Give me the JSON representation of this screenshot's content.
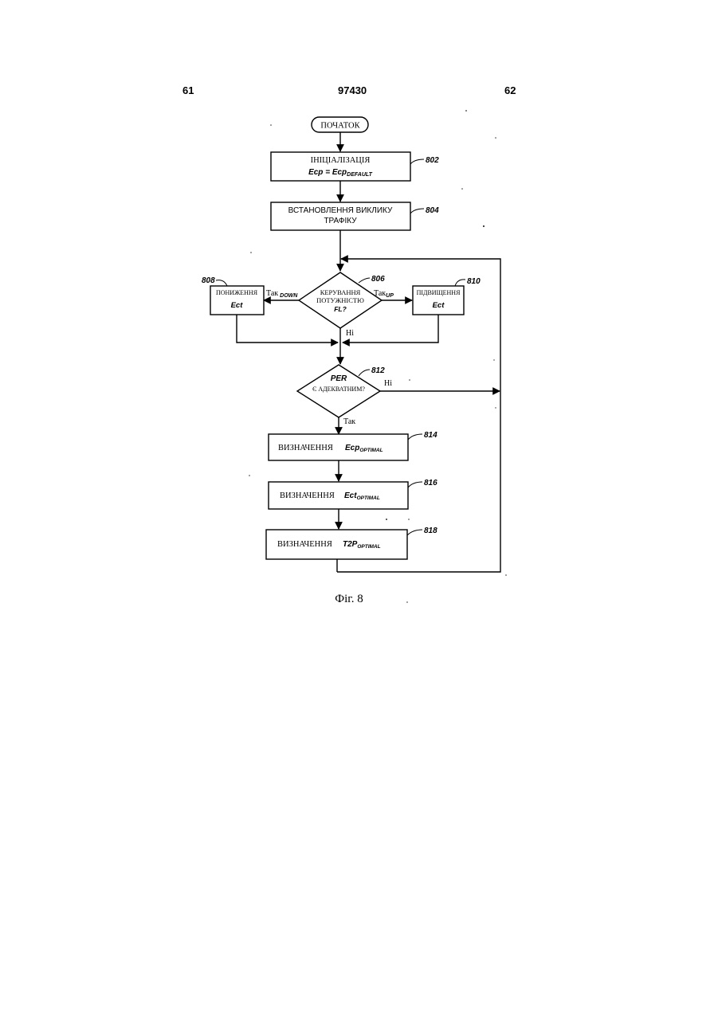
{
  "header": {
    "page_left": "61",
    "patent_number": "97430",
    "page_right": "62"
  },
  "flowchart": {
    "start": "ПОЧАТОК",
    "step_802": {
      "ref": "802",
      "line1": "ІНІЦІАЛІЗАЦІЯ",
      "line2_main": "Ecp = Ecp",
      "line2_sub": "DEFAULT"
    },
    "step_804": {
      "ref": "804",
      "line1": "ВСТАНОВЛЕННЯ ВИКЛИКУ",
      "line2": "ТРАФІКУ"
    },
    "decision_806": {
      "ref": "806",
      "line1": "КЕРУВАННЯ",
      "line2": "ПОТУЖНІСТЮ",
      "line3": "FL?",
      "yes_down_main": "Так",
      "yes_down_sub": "DOWN",
      "yes_up_main": "Так",
      "yes_up_sub": "UP",
      "no_label": "Ні"
    },
    "step_808": {
      "ref": "808",
      "line1": "ПОНИЖЕННЯ",
      "line2": "Ect"
    },
    "step_810": {
      "ref": "810",
      "line1": "ПІДВИЩЕННЯ",
      "line2": "Ect"
    },
    "decision_812": {
      "ref": "812",
      "line1": "PER",
      "line2": "Є АДЕКВАТНИМ?",
      "no_label": "Ні",
      "yes_label": "Так"
    },
    "step_814": {
      "ref": "814",
      "label": "ВИЗНАЧЕННЯ",
      "var_main": "Ecp",
      "var_sub": "OPTIMAL"
    },
    "step_816": {
      "ref": "816",
      "label": "ВИЗНАЧЕННЯ",
      "var_main": "Ect",
      "var_sub": "OPTIMAL"
    },
    "step_818": {
      "ref": "818",
      "label": "ВИЗНАЧЕННЯ",
      "var_main": "T2P",
      "var_sub": "OPTIMAL"
    }
  },
  "caption": "Фіг. 8"
}
